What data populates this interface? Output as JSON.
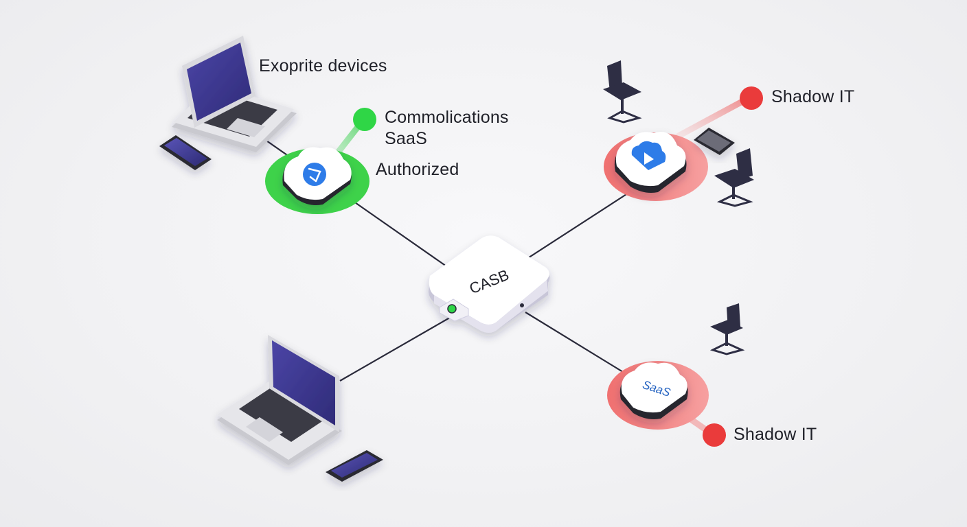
{
  "diagram": {
    "hub_label": "CASB",
    "devices_label": "Exoprite devices",
    "authorized_service": {
      "title_line1": "Commolications",
      "title_line2": "SaaS",
      "status": "Authorized"
    },
    "shadow_top_label": "Shadow IT",
    "shadow_bottom_label": "Shadow IT",
    "shadow_bottom_cloud_text": "SaaS"
  },
  "colors": {
    "authorized_green": "#3ed24a",
    "status_green_dot": "#2fd646",
    "shadow_red": "#ee5c5c",
    "shadow_red_dot": "#ea3b3b",
    "laptop_screen": "#3f3a92",
    "connector_line": "#2a2a3a",
    "cloud_icon_blue": "#2e7be8"
  },
  "icons": [
    "laptop-icon",
    "phone-icon",
    "cloud-icon",
    "office-chair-icon",
    "tablet-icon",
    "casb-appliance-icon",
    "status-dot-icon"
  ]
}
